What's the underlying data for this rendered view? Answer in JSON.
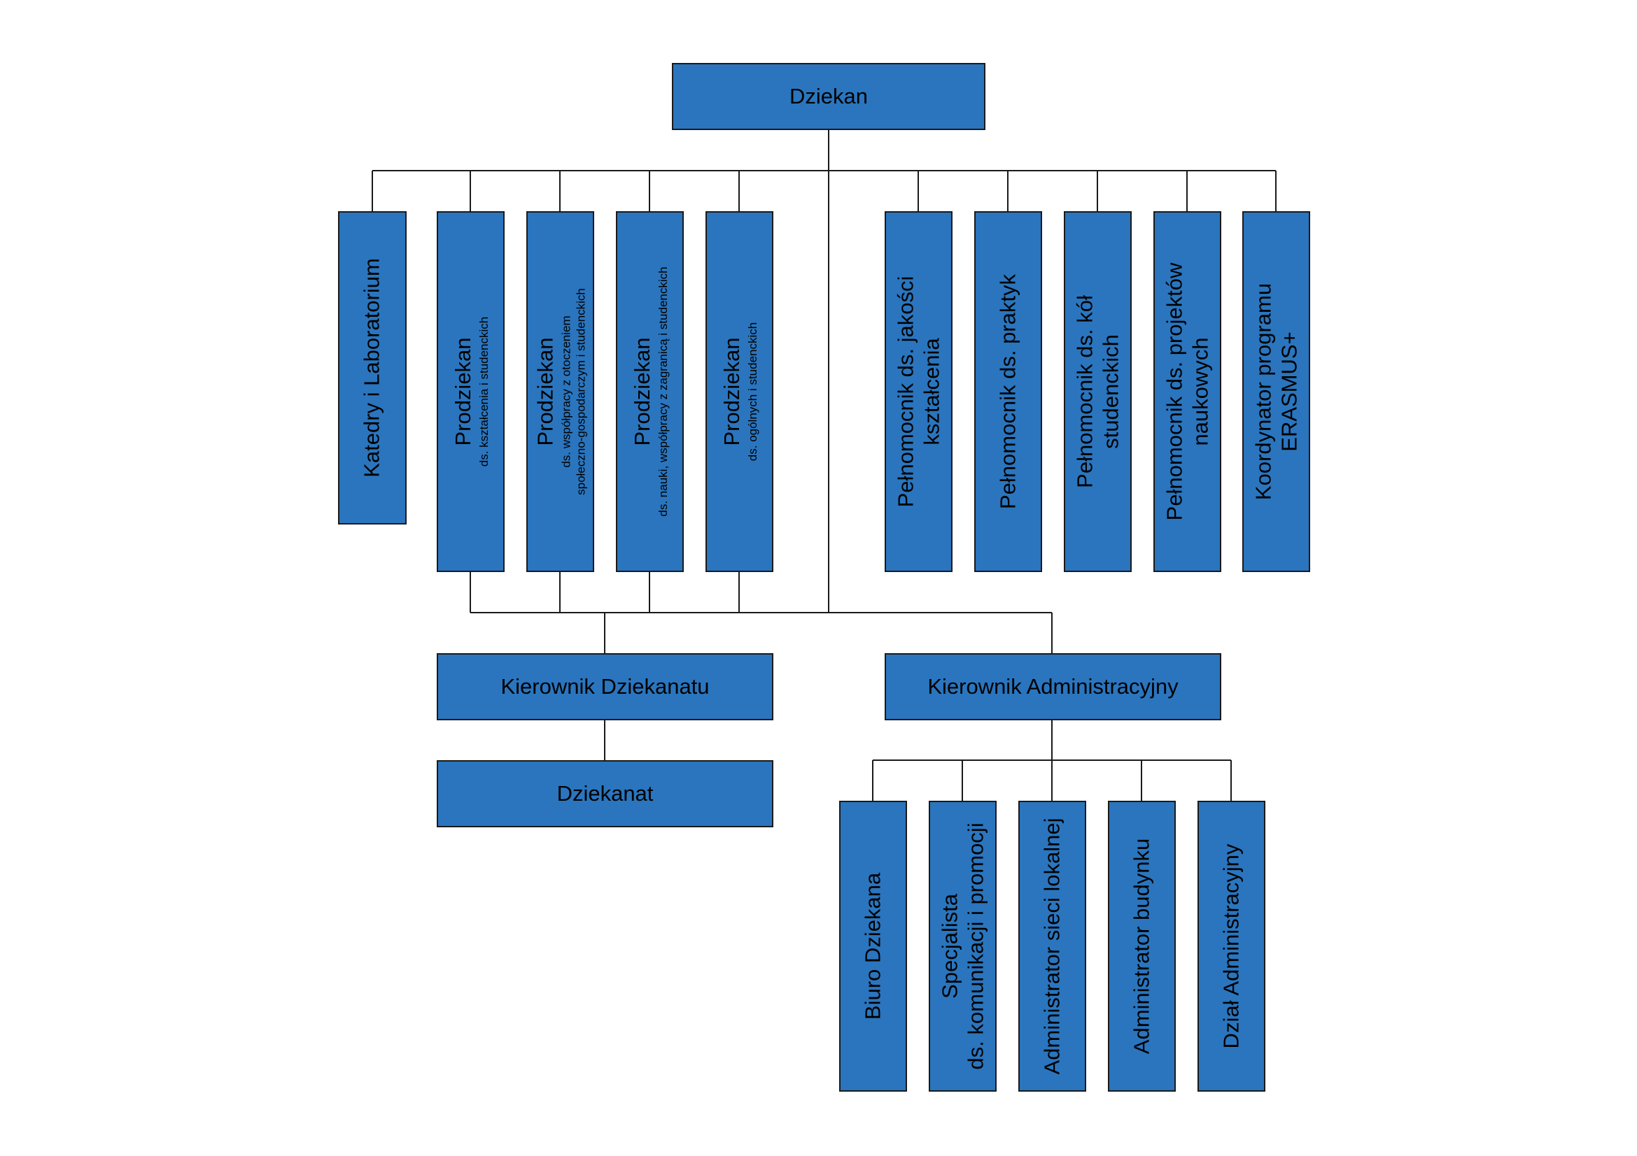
{
  "colors": {
    "box_fill": "#2a75be",
    "box_border": "#1a1a1a",
    "connector": "#1a1a1a"
  },
  "top": {
    "title": "Dziekan"
  },
  "units": {
    "katedry": "Katedry i Laboratorium",
    "prodziekan_ksztalcenia": {
      "title": "Prodziekan",
      "subtitle": "ds. kształcenia i studenckich"
    },
    "prodziekan_otoczenie": {
      "title": "Prodziekan",
      "subtitle_1": "ds. współpracy z otoczeniem",
      "subtitle_2": "społeczno-gospodarczym i studenckich"
    },
    "prodziekan_nauki": {
      "title": "Prodziekan",
      "subtitle": "ds. nauki, współpracy z zagranicą i studenckich"
    },
    "prodziekan_ogolnych": {
      "title": "Prodziekan",
      "subtitle": "ds. ogólnych i studenckich"
    },
    "pelnomocnik_jakosci": {
      "line_1": "Pełnomocnik ds. jakości",
      "line_2": "kształcenia"
    },
    "pelnomocnik_praktyk": "Pełnomocnik ds. praktyk",
    "pelnomocnik_kol": {
      "line_1": "Pełnomocnik ds. kół",
      "line_2": "studenckich"
    },
    "pelnomocnik_projektow": {
      "line_1": "Pełnomocnik ds. projektów",
      "line_2": "naukowych"
    },
    "koordynator_erasmus": {
      "line_1": "Koordynator programu",
      "line_2": "ERASMUS+"
    }
  },
  "management": {
    "kierownik_dziekanatu": "Kierownik Dziekanatu",
    "kierownik_administracyjny": "Kierownik Administracyjny",
    "dziekanat": "Dziekanat"
  },
  "admin_units": {
    "biuro_dziekana": "Biuro Dziekana",
    "specjalista": {
      "line_1": "Specjalista",
      "line_2": "ds. komunikacji i promocji"
    },
    "administrator_sieci": "Administrator sieci lokalnej",
    "administrator_budynku": "Administrator budynku",
    "dzial_administracyjny": "Dział Administracyjny"
  }
}
